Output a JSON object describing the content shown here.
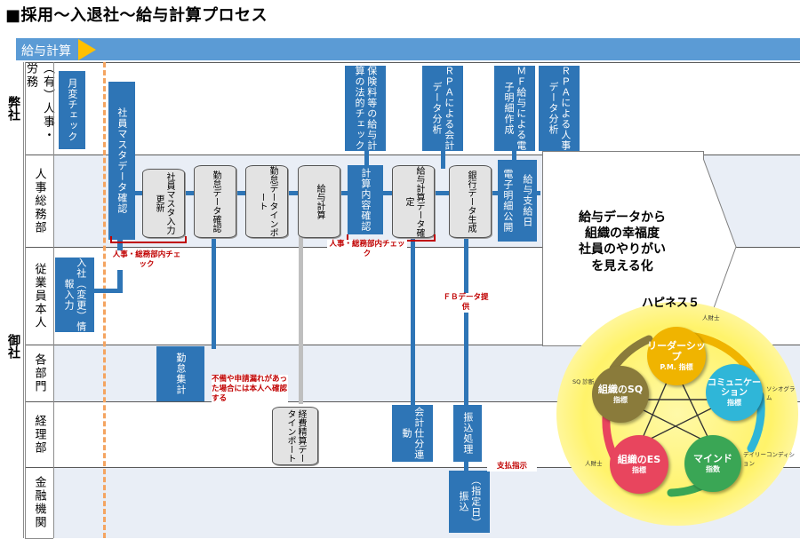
{
  "title": "■採用〜入退社〜給与計算プロセス",
  "phase": {
    "label": "給与計算"
  },
  "sides": {
    "ours": "弊社",
    "theirs": "御社"
  },
  "lanes": {
    "jinji_romu": "（有）人事・労務",
    "jinji_somu": "人事総務部",
    "jugyoin": "従業員本人",
    "kakubumon": "各部門",
    "keiri": "経理部",
    "kinyu": "金融機関"
  },
  "boxes": {
    "getsuhen": "月変チェック",
    "shain_master": "社員マスタデータ確認",
    "nyusha": "入社（変更）情報入力",
    "hoken_check": "保険料等の給与計算の法的チェック",
    "rpa_kaikei": "ＲＰＡによる会計データ分析",
    "mf_meisai": "ＭＦ給与による電子明細作成",
    "rpa_jinji": "ＲＰＡによる人事データ分析",
    "keisan_naiyo": "計算内容確認",
    "denshi_koukai": "電子明細公開",
    "kyuyo_shikyubi": "給与支給日",
    "kintai_shukei": "勤怠集計",
    "kaikei_renkei": "会計仕分連動",
    "furikomi": "振込処理",
    "shitei_furikomi": "（指定日）振込"
  },
  "cylinders": {
    "master_input": "社員マスタ入力更新",
    "kintai_kakunin": "勤怠データ確認",
    "kintai_import": "勤怠データインポート",
    "kyuyo_keisan": "給与計算",
    "kyuyo_kakutei": "給与計算データ確定",
    "ginko": "銀行データ生成",
    "keihi": "経費精算データインポート"
  },
  "notes": {
    "check1": "人事・総務部内チェック",
    "check2": "人事・総務部内チェック",
    "fb": "ＦＢデータ提供",
    "fubi": "不備や申請漏れがあった場合には本人へ確認する",
    "shiharai": "支払指示"
  },
  "callout": {
    "line1": "給与データから",
    "line2": "組織の幸福度",
    "line3": "社員のやりがい",
    "line4": "を見える化"
  },
  "happiness": {
    "title": "ハピネス５",
    "leadership": {
      "name": "リーダーシップ",
      "sub": "P.M. 指標"
    },
    "communication": {
      "name": "コミュニケーション",
      "sub": "指標"
    },
    "mind": {
      "name": "マインド",
      "sub": "指数"
    },
    "es": {
      "name": "組織のES",
      "sub": "指標"
    },
    "sq": {
      "name": "組織のSQ",
      "sub": "指標"
    },
    "lbl_jinzai1": "人財士",
    "lbl_sq": "SQ 診断",
    "lbl_socio": "ソシオグラム",
    "lbl_daily": "デイリーコンディション",
    "lbl_jinzai2": "人財士"
  },
  "colors": {
    "box": "#2e75b6",
    "phase": "#5b9bd5",
    "arrow": "#ffc000",
    "laneAlt": "#e9eef6",
    "red": "#c00000"
  }
}
